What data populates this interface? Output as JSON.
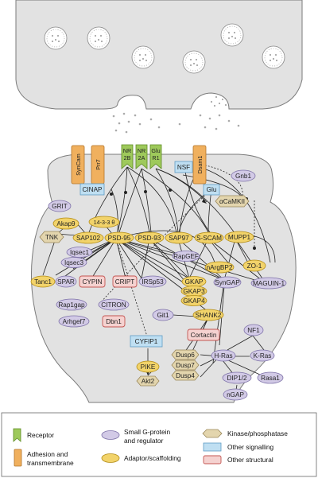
{
  "colors": {
    "receptor": "#9ec95b",
    "adhesion": "#f0b05e",
    "small_g_protein": "#d2cae6",
    "adaptor": "#f2d36a",
    "kinase": "#e3d5ad",
    "other_signalling": "#bfdff2",
    "other_structural": "#f5d2d0",
    "membrane": "#e2e2e2"
  },
  "nodes": {
    "syncam": "SynCam",
    "prr7": "Prr7",
    "nr2b": [
      "NR",
      "2B"
    ],
    "nr2a": [
      "NR",
      "2A"
    ],
    "glur1": [
      "Glu",
      "R1"
    ],
    "nsf": "NSF",
    "dsam1": "Dsam1",
    "gnb1": "Gnb1",
    "cinap": "CINAP",
    "grit": "GRIT",
    "glu": "Glu",
    "akap9": "Akap9",
    "camkii": "αCaMKII",
    "p1433": "14-3-3 θ",
    "sap102": "SAP102",
    "psd95": "PSD-95",
    "psd93": "PSD-93",
    "sap97": "SAP97",
    "sscam": "S-SCAM",
    "mupp1": "MUPP1",
    "tnk": "TNK",
    "iqsec1": "Iqsec1",
    "iqsec3": "Iqsec3",
    "rapgef": "RapGEF",
    "nargbp2": "nArgBP2",
    "zo1": "ZO-1",
    "tanc1": "Tanc1",
    "spar": "SPAR",
    "cypin": "CYPIN",
    "cript": "CRIPT",
    "irsp53": "IRSp53",
    "gkap": "GKAP",
    "gkap3": "GKAP3",
    "gkap4": "GKAP4",
    "syngap": "SynGAP",
    "maguin1": "MAGUIN-1",
    "rap1gap": "Rap1gap",
    "citron": "CITRON",
    "git1": "Git1",
    "shank2": "SHANK2",
    "arhgef7": "Arhgef7",
    "dbn1": "Dbn1",
    "cortactin": "Cortactin",
    "nf1": "NF1",
    "cyfip1": "CYFIP1",
    "dusp6": "Dusp6",
    "dusp7": "Dusp7",
    "dusp4": "Dusp4",
    "hras": "H-Ras",
    "kras": "K-Ras",
    "pike": "PIKE",
    "dip12": "DIP1/2",
    "rasa1": "Rasa1",
    "akt2": "Akt2",
    "ngap": "nGAP"
  },
  "legend": {
    "receptor": "Receptor",
    "adhesion": [
      "Adhesion and",
      "transmembrane"
    ],
    "small_g": [
      "Small G-protein",
      "and regulator"
    ],
    "adaptor": "Adaptor/scaffolding",
    "kinase": "Kinase/phosphatase",
    "other_signalling": "Other signalling",
    "other_structural": "Other structural"
  }
}
